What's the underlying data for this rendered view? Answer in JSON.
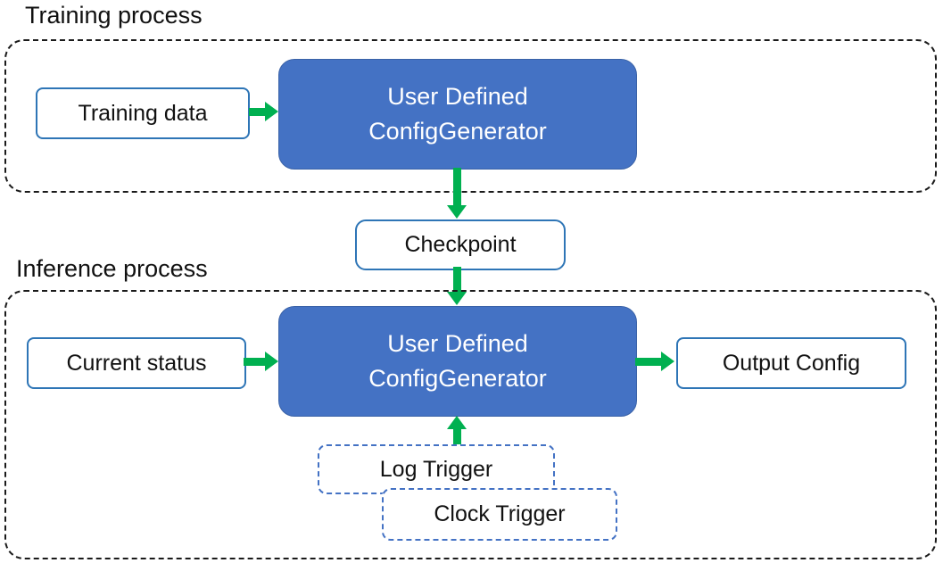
{
  "colors": {
    "generator_fill": "#4472C4",
    "box_border_blue": "#2E75B6",
    "trigger_dashed_blue": "#4472C4",
    "arrow_green": "#00B050",
    "container_dashed_black": "#1a1a1a"
  },
  "training_section": {
    "title": "Training process",
    "training_data_label": "Training data",
    "generator": {
      "line1": "User Defined",
      "line2": "ConfigGenerator"
    }
  },
  "checkpoint": {
    "label": "Checkpoint"
  },
  "inference_section": {
    "title": "Inference process",
    "current_status_label": "Current status",
    "generator": {
      "line1": "User Defined",
      "line2": "ConfigGenerator"
    },
    "output_config_label": "Output Config",
    "log_trigger_label": "Log Trigger",
    "clock_trigger_label": "Clock Trigger"
  }
}
